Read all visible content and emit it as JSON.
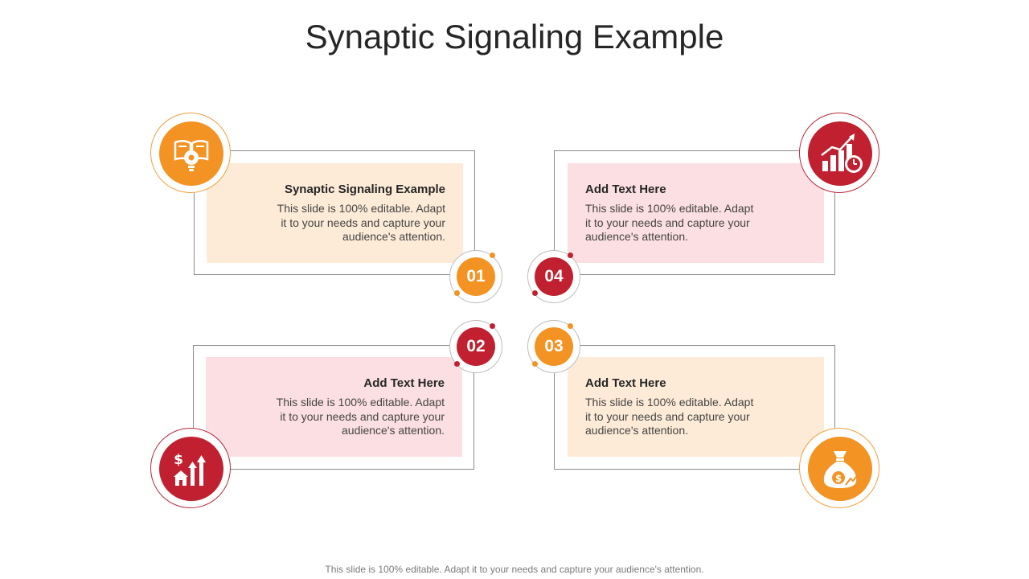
{
  "title": "Synaptic Signaling Example",
  "footer": "This slide is 100% editable. Adapt it to your needs and capture your audience's attention.",
  "colors": {
    "orange": "#f39324",
    "red": "#c0202f",
    "peach": "#fdebd8",
    "pink": "#fbdfe2"
  },
  "items": [
    {
      "number": "01",
      "title": "Synaptic Signaling Example",
      "desc": "This slide is 100% editable. Adapt it to your needs and capture your audience's attention.",
      "icon": "book-lightbulb-gear-icon"
    },
    {
      "number": "02",
      "title": "Add Text Here",
      "desc": "This slide is 100% editable. Adapt it to your needs and capture your audience's attention.",
      "icon": "dollar-house-growth-icon"
    },
    {
      "number": "03",
      "title": "Add Text Here",
      "desc": "This slide is 100% editable. Adapt it to your needs and capture your audience's attention.",
      "icon": "money-bag-icon"
    },
    {
      "number": "04",
      "title": "Add Text Here",
      "desc": "This slide is 100% editable. Adapt it to your needs and capture your audience's attention.",
      "icon": "growth-chart-clock-icon"
    }
  ]
}
